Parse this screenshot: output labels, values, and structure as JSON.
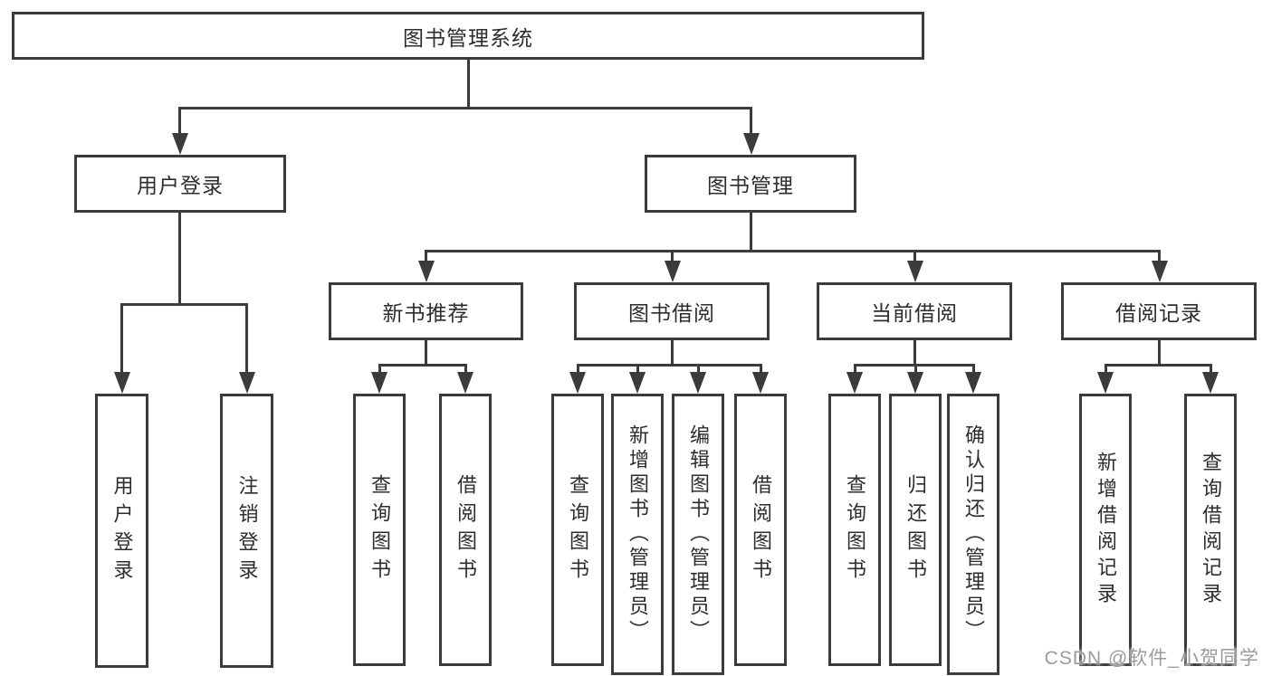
{
  "diagram": {
    "root": {
      "label": "图书管理系统"
    },
    "level2": {
      "user_login": {
        "label": "用户登录"
      },
      "book_management": {
        "label": "图书管理"
      }
    },
    "user_login_children": {
      "user_login_leaf": {
        "label": "用户登录"
      },
      "logout_leaf": {
        "label": "注销登录"
      }
    },
    "book_management_children": {
      "new_book_recommend": {
        "label": "新书推荐"
      },
      "book_borrow": {
        "label": "图书借阅"
      },
      "current_borrow": {
        "label": "当前借阅"
      },
      "borrow_records": {
        "label": "借阅记录"
      }
    },
    "new_book_recommend_children": {
      "query_books": {
        "label": "查询图书"
      },
      "borrow_books": {
        "label": "借阅图书"
      }
    },
    "book_borrow_children": {
      "query_books": {
        "label": "查询图书"
      },
      "add_book_admin": {
        "label": "新增图书（管理员）"
      },
      "edit_book_admin": {
        "label": "编辑图书（管理员）"
      },
      "borrow_books": {
        "label": "借阅图书"
      }
    },
    "current_borrow_children": {
      "query_books": {
        "label": "查询图书"
      },
      "return_books": {
        "label": "归还图书"
      },
      "confirm_return_admin": {
        "label": "确认归还（管理员）"
      }
    },
    "borrow_records_children": {
      "add_borrow_record": {
        "label": "新增借阅记录"
      },
      "query_borrow_record": {
        "label": "查询借阅记录"
      }
    }
  },
  "watermark": "CSDN @软件_小贺同学",
  "colors": {
    "line": "#3b3b3b",
    "text": "#2d2d2d",
    "background": "#ffffff",
    "watermark": "#9b9b9b"
  }
}
